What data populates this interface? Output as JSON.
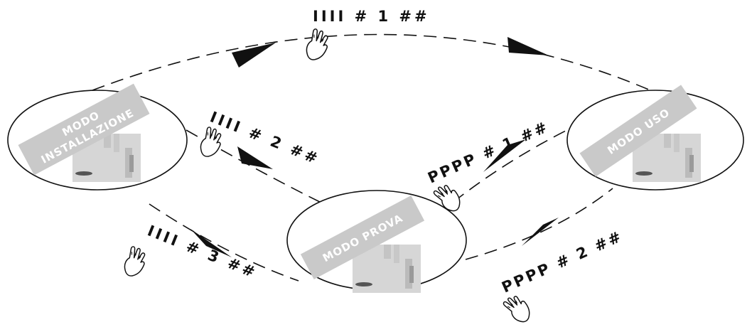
{
  "modes": {
    "installazione": {
      "line1": "MODO",
      "line2": "INSTALLAZIONE"
    },
    "uso": {
      "label": "MODO USO"
    },
    "prova": {
      "label": "MODO PROVA"
    }
  },
  "codes": {
    "top": "IIII # 1 ##",
    "install_to_prova": "IIII # 2 ##",
    "prova_to_install": "IIII # 3 ##",
    "uso_to_prova": "PPPP # 1 ##",
    "prova_to_uso": "PPPP # 2 ##"
  },
  "colors": {
    "line": "#111111",
    "badge": "#c9c9c9",
    "badge_text": "#ffffff",
    "gel_bg": "#d6d6d6"
  },
  "icons": [
    "hand-pointer-icon"
  ]
}
